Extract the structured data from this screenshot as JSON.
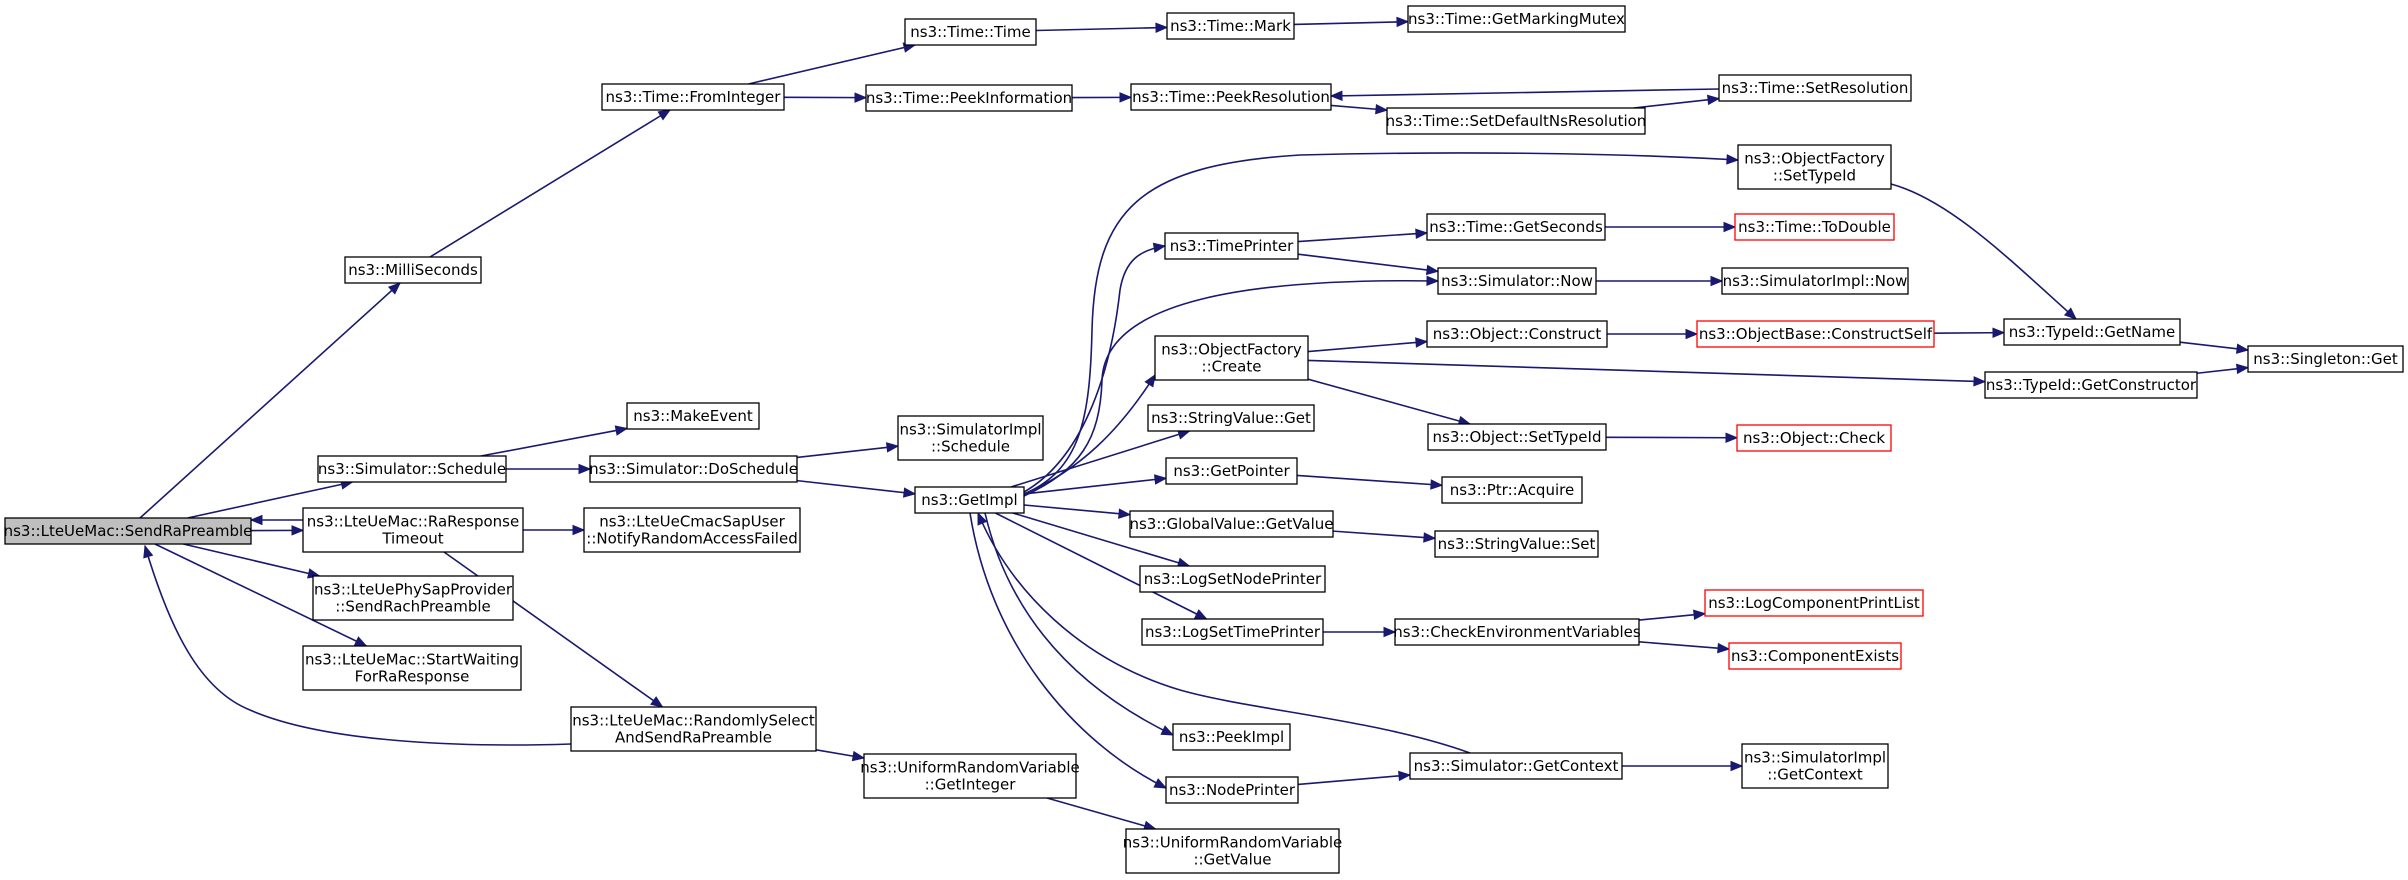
{
  "colors": {
    "edge": "#191970",
    "root_fill": "#bfbfbf",
    "node_border": "#000000",
    "truncated_border": "#ff0000"
  },
  "nodes": {
    "send_ra_preamble": [
      "ns3::LteUeMac::SendRaPreamble"
    ],
    "milliseconds": [
      "ns3::MilliSeconds"
    ],
    "from_integer": [
      "ns3::Time::FromInteger"
    ],
    "time_time": [
      "ns3::Time::Time"
    ],
    "time_mark": [
      "ns3::Time::Mark"
    ],
    "get_marking_mutex": [
      "ns3::Time::GetMarkingMutex"
    ],
    "peek_information": [
      "ns3::Time::PeekInformation"
    ],
    "peek_resolution": [
      "ns3::Time::PeekResolution"
    ],
    "set_resolution": [
      "ns3::Time::SetResolution"
    ],
    "set_default_ns_resolution": [
      "ns3::Time::SetDefaultNsResolution"
    ],
    "object_factory_set_type_id": [
      "ns3::ObjectFactory",
      "::SetTypeId"
    ],
    "time_printer": [
      "ns3::TimePrinter"
    ],
    "get_seconds": [
      "ns3::Time::GetSeconds"
    ],
    "to_double": [
      "ns3::Time::ToDouble"
    ],
    "simulator_now": [
      "ns3::Simulator::Now"
    ],
    "simulator_impl_now": [
      "ns3::SimulatorImpl::Now"
    ],
    "object_factory_create": [
      "ns3::ObjectFactory",
      "::Create"
    ],
    "object_construct": [
      "ns3::Object::Construct"
    ],
    "construct_self": [
      "ns3::ObjectBase::ConstructSelf"
    ],
    "type_id_get_name": [
      "ns3::TypeId::GetName"
    ],
    "singleton_get": [
      "ns3::Singleton::Get"
    ],
    "get_constructor": [
      "ns3::TypeId::GetConstructor"
    ],
    "make_event": [
      "ns3::MakeEvent"
    ],
    "string_value_get": [
      "ns3::StringValue::Get"
    ],
    "object_set_type_id": [
      "ns3::Object::SetTypeId"
    ],
    "object_check": [
      "ns3::Object::Check"
    ],
    "simulator_schedule": [
      "ns3::Simulator::Schedule"
    ],
    "do_schedule": [
      "ns3::Simulator::DoSchedule"
    ],
    "simulator_impl_schedule": [
      "ns3::SimulatorImpl",
      "::Schedule"
    ],
    "get_pointer": [
      "ns3::GetPointer"
    ],
    "ptr_acquire": [
      "ns3::Ptr::Acquire"
    ],
    "get_impl": [
      "ns3::GetImpl"
    ],
    "global_value_get_value": [
      "ns3::GlobalValue::GetValue"
    ],
    "string_value_set": [
      "ns3::StringValue::Set"
    ],
    "ra_response_timeout": [
      "ns3::LteUeMac::RaResponse",
      "Timeout"
    ],
    "notify_random_access_failed": [
      "ns3::LteUeCmacSapUser",
      "::NotifyRandomAccessFailed"
    ],
    "log_set_node_printer": [
      "ns3::LogSetNodePrinter"
    ],
    "send_rach_preamble": [
      "ns3::LteUePhySapProvider",
      "::SendRachPreamble"
    ],
    "log_component_print_list": [
      "ns3::LogComponentPrintList"
    ],
    "log_set_time_printer": [
      "ns3::LogSetTimePrinter"
    ],
    "check_environment_variables": [
      "ns3::CheckEnvironmentVariables"
    ],
    "component_exists": [
      "ns3::ComponentExists"
    ],
    "start_waiting_for_ra_response": [
      "ns3::LteUeMac::StartWaiting",
      "ForRaResponse"
    ],
    "randomly_select_and_send_ra_preamble": [
      "ns3::LteUeMac::RandomlySelect",
      "AndSendRaPreamble"
    ],
    "peek_impl": [
      "ns3::PeekImpl"
    ],
    "simulator_get_context": [
      "ns3::Simulator::GetContext"
    ],
    "simulator_impl_get_context": [
      "ns3::SimulatorImpl",
      "::GetContext"
    ],
    "uniform_random_variable_get_integer": [
      "ns3::UniformRandomVariable",
      "::GetInteger"
    ],
    "node_printer": [
      "ns3::NodePrinter"
    ],
    "uniform_random_variable_get_value": [
      "ns3::UniformRandomVariable",
      "::GetValue"
    ]
  },
  "root_node": "send_ra_preamble",
  "truncated_nodes": [
    "to_double",
    "construct_self",
    "object_check",
    "log_component_print_list",
    "component_exists"
  ],
  "edges": [
    [
      "send_ra_preamble",
      "milliseconds"
    ],
    [
      "send_ra_preamble",
      "simulator_schedule"
    ],
    [
      "send_ra_preamble",
      "ra_response_timeout"
    ],
    [
      "send_ra_preamble",
      "send_rach_preamble"
    ],
    [
      "send_ra_preamble",
      "start_waiting_for_ra_response"
    ],
    [
      "milliseconds",
      "from_integer"
    ],
    [
      "from_integer",
      "time_time"
    ],
    [
      "from_integer",
      "peek_information"
    ],
    [
      "time_time",
      "time_mark"
    ],
    [
      "time_mark",
      "get_marking_mutex"
    ],
    [
      "peek_information",
      "peek_resolution"
    ],
    [
      "peek_resolution",
      "set_default_ns_resolution"
    ],
    [
      "set_default_ns_resolution",
      "set_resolution"
    ],
    [
      "set_resolution",
      "peek_resolution"
    ],
    [
      "simulator_schedule",
      "make_event"
    ],
    [
      "simulator_schedule",
      "do_schedule"
    ],
    [
      "do_schedule",
      "simulator_impl_schedule"
    ],
    [
      "do_schedule",
      "get_impl"
    ],
    [
      "ra_response_timeout",
      "send_ra_preamble"
    ],
    [
      "ra_response_timeout",
      "notify_random_access_failed"
    ],
    [
      "ra_response_timeout",
      "randomly_select_and_send_ra_preamble"
    ],
    [
      "randomly_select_and_send_ra_preamble",
      "send_ra_preamble"
    ],
    [
      "randomly_select_and_send_ra_preamble",
      "uniform_random_variable_get_integer"
    ],
    [
      "uniform_random_variable_get_integer",
      "uniform_random_variable_get_value"
    ],
    [
      "get_impl",
      "object_factory_set_type_id"
    ],
    [
      "get_impl",
      "time_printer"
    ],
    [
      "get_impl",
      "simulator_now"
    ],
    [
      "get_impl",
      "object_factory_create"
    ],
    [
      "get_impl",
      "string_value_get"
    ],
    [
      "get_impl",
      "get_pointer"
    ],
    [
      "get_impl",
      "global_value_get_value"
    ],
    [
      "get_impl",
      "log_set_node_printer"
    ],
    [
      "get_impl",
      "log_set_time_printer"
    ],
    [
      "get_impl",
      "peek_impl"
    ],
    [
      "get_impl",
      "node_printer"
    ],
    [
      "simulator_get_context",
      "get_impl"
    ],
    [
      "time_printer",
      "get_seconds"
    ],
    [
      "time_printer",
      "simulator_now"
    ],
    [
      "get_seconds",
      "to_double"
    ],
    [
      "simulator_now",
      "simulator_impl_now"
    ],
    [
      "object_factory_set_type_id",
      "type_id_get_name"
    ],
    [
      "object_factory_create",
      "object_construct"
    ],
    [
      "object_factory_create",
      "get_constructor"
    ],
    [
      "object_factory_create",
      "object_set_type_id"
    ],
    [
      "object_construct",
      "construct_self"
    ],
    [
      "construct_self",
      "type_id_get_name"
    ],
    [
      "type_id_get_name",
      "singleton_get"
    ],
    [
      "get_constructor",
      "singleton_get"
    ],
    [
      "object_set_type_id",
      "object_check"
    ],
    [
      "get_pointer",
      "ptr_acquire"
    ],
    [
      "global_value_get_value",
      "string_value_set"
    ],
    [
      "log_set_time_printer",
      "check_environment_variables"
    ],
    [
      "check_environment_variables",
      "log_component_print_list"
    ],
    [
      "check_environment_variables",
      "component_exists"
    ],
    [
      "node_printer",
      "simulator_get_context"
    ],
    [
      "simulator_get_context",
      "simulator_impl_get_context"
    ]
  ]
}
